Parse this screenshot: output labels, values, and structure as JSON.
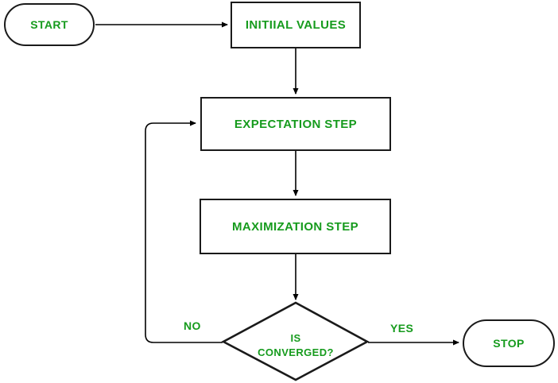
{
  "colors": {
    "text_green": "#169b1d",
    "line_black": "#000000",
    "border_dark": "#1a1a1a",
    "background": "#ffffff"
  },
  "flowchart": {
    "nodes": {
      "start": {
        "type": "terminator",
        "label": "START"
      },
      "initial_values": {
        "type": "process",
        "label": "INITIIAL VALUES"
      },
      "expectation_step": {
        "type": "process",
        "label": "EXPECTATION STEP"
      },
      "maximization_step": {
        "type": "process",
        "label": "MAXIMIZATION STEP"
      },
      "is_converged": {
        "type": "decision",
        "label": "IS\nCONVERGED?"
      },
      "stop": {
        "type": "terminator",
        "label": "STOP"
      }
    },
    "edge_labels": {
      "yes": "YES",
      "no": "NO"
    }
  }
}
